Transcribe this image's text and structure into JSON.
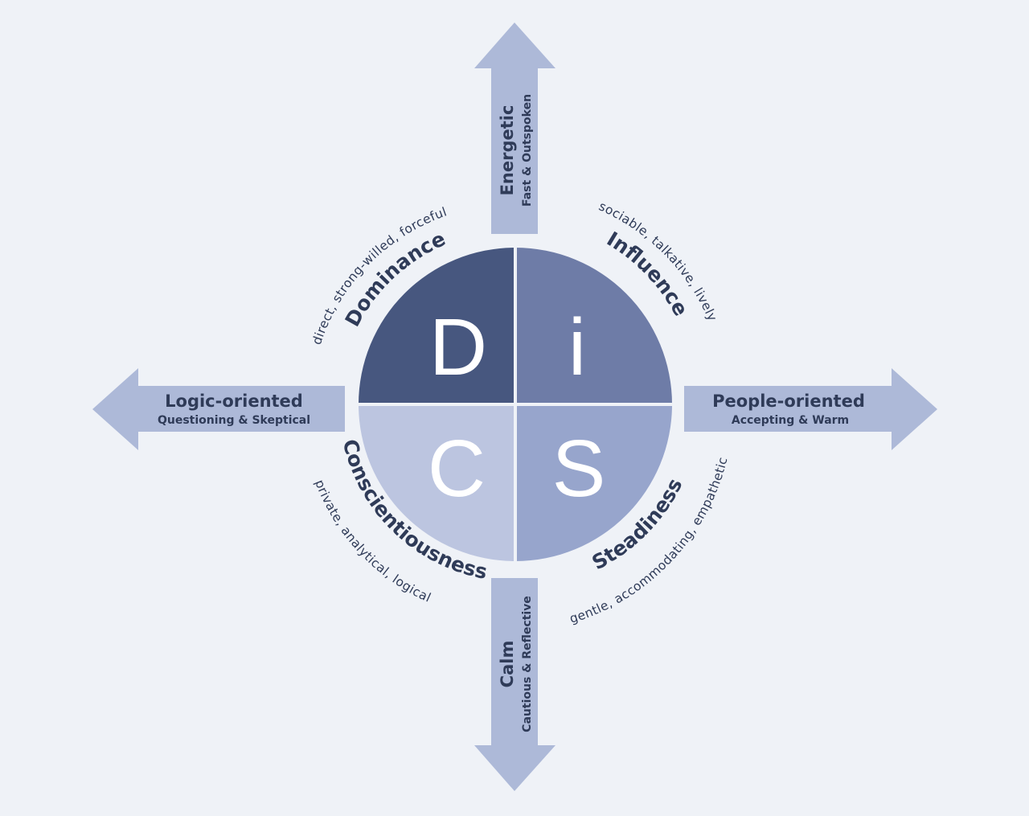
{
  "colors": {
    "background": "#eff2f7",
    "arrow": "#adb9d8",
    "quadrant_d": "#47577f",
    "quadrant_i": "#6e7ca7",
    "quadrant_s": "#97a5cc",
    "quadrant_c": "#bcc5e0",
    "text": "#2f3b58",
    "letter": "#ffffff"
  },
  "quadrants": {
    "d": {
      "letter": "D",
      "name": "Dominance",
      "traits": "direct, strong-willed, forceful"
    },
    "i": {
      "letter": "i",
      "name": "Influence",
      "traits": "sociable, talkative, lively"
    },
    "s": {
      "letter": "S",
      "name": "Steadiness",
      "traits": "gentle, accommodating, empathetic"
    },
    "c": {
      "letter": "C",
      "name": "Conscientiousness",
      "traits": "private, analytical, logical"
    }
  },
  "axes": {
    "top": {
      "title": "Energetic",
      "subtitle": "Fast & Outspoken"
    },
    "bottom": {
      "title": "Calm",
      "subtitle": "Cautious & Reflective"
    },
    "left": {
      "title": "Logic-oriented",
      "subtitle": "Questioning & Skeptical"
    },
    "right": {
      "title": "People-oriented",
      "subtitle": "Accepting & Warm"
    }
  }
}
